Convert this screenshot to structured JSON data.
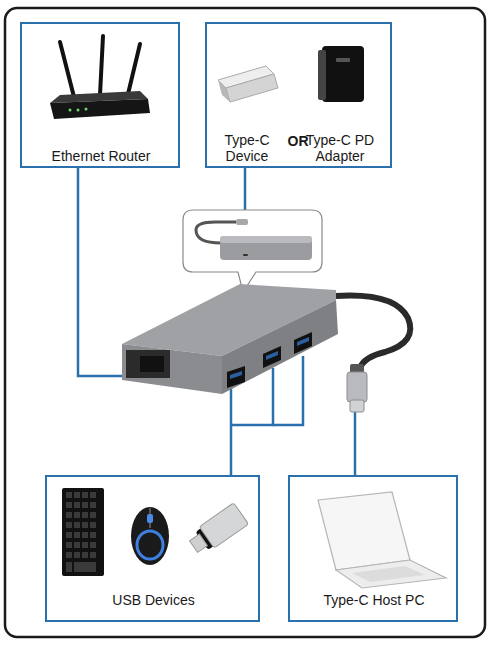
{
  "diagram": {
    "nodes": [
      {
        "text": [
          "Ethernet Router"
        ]
      },
      {
        "text": [
          "Type-C Device",
          "OR",
          "Type-C PD Adapter"
        ]
      },
      {
        "text": [
          "USB Devices"
        ]
      },
      {
        "text": [
          "Type-C Host PC"
        ]
      }
    ]
  }
}
